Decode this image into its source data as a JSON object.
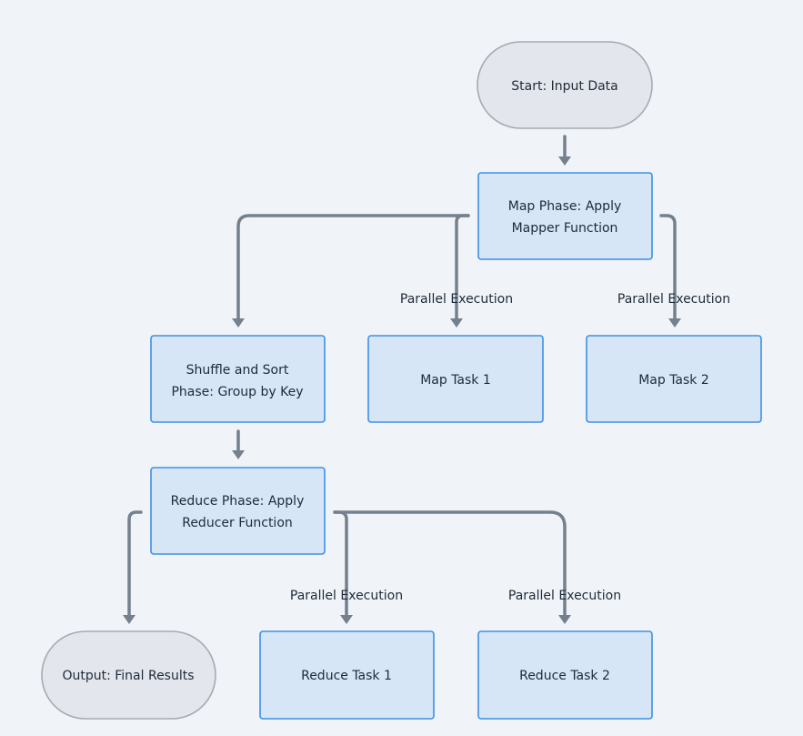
{
  "diagram": {
    "nodes": {
      "start": {
        "lines": [
          "Start: Input Data"
        ]
      },
      "map_phase": {
        "lines": [
          "Map Phase: Apply",
          "Mapper Function"
        ]
      },
      "shuffle": {
        "lines": [
          "Shuffle and Sort",
          "Phase: Group by Key"
        ]
      },
      "map_task_1": {
        "lines": [
          "Map Task 1"
        ]
      },
      "map_task_2": {
        "lines": [
          "Map Task 2"
        ]
      },
      "reduce_phase": {
        "lines": [
          "Reduce Phase: Apply",
          "Reducer Function"
        ]
      },
      "output": {
        "lines": [
          "Output: Final Results"
        ]
      },
      "reduce_task_1": {
        "lines": [
          "Reduce Task 1"
        ]
      },
      "reduce_task_2": {
        "lines": [
          "Reduce Task 2"
        ]
      }
    },
    "edges": [
      {
        "from": "start",
        "to": "map_phase",
        "label": ""
      },
      {
        "from": "map_phase",
        "to": "shuffle",
        "label": ""
      },
      {
        "from": "map_phase",
        "to": "map_task_1",
        "label": "Parallel Execution"
      },
      {
        "from": "map_phase",
        "to": "map_task_2",
        "label": "Parallel Execution"
      },
      {
        "from": "shuffle",
        "to": "reduce_phase",
        "label": ""
      },
      {
        "from": "reduce_phase",
        "to": "output",
        "label": ""
      },
      {
        "from": "reduce_phase",
        "to": "reduce_task_1",
        "label": "Parallel Execution"
      },
      {
        "from": "reduce_phase",
        "to": "reduce_task_2",
        "label": "Parallel Execution"
      }
    ]
  }
}
